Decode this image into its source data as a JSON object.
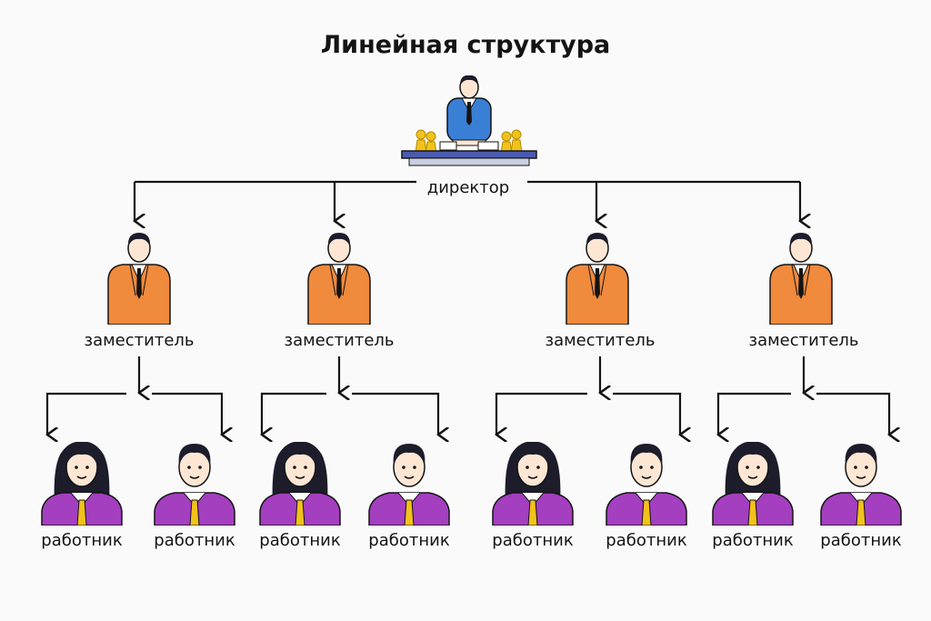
{
  "title": "Линейная структура",
  "director": {
    "label": "директор"
  },
  "deputies": [
    {
      "label": "заместитель"
    },
    {
      "label": "заместитель"
    },
    {
      "label": "заместитель"
    },
    {
      "label": "заместитель"
    }
  ],
  "workers": [
    {
      "label": "работник",
      "gender": "female"
    },
    {
      "label": "работник",
      "gender": "male"
    },
    {
      "label": "работник",
      "gender": "female"
    },
    {
      "label": "работник",
      "gender": "male"
    },
    {
      "label": "работник",
      "gender": "female"
    },
    {
      "label": "работник",
      "gender": "male"
    },
    {
      "label": "работник",
      "gender": "female"
    },
    {
      "label": "работник",
      "gender": "male"
    }
  ],
  "colors": {
    "director_suit": "#3a7fd6",
    "deputy_suit": "#f08a3c",
    "worker_shirt": "#a43fc0",
    "worker_tie": "#f2c21b",
    "pawn": "#f2c21b",
    "desk": "#4a5bb0",
    "line": "#141414"
  }
}
